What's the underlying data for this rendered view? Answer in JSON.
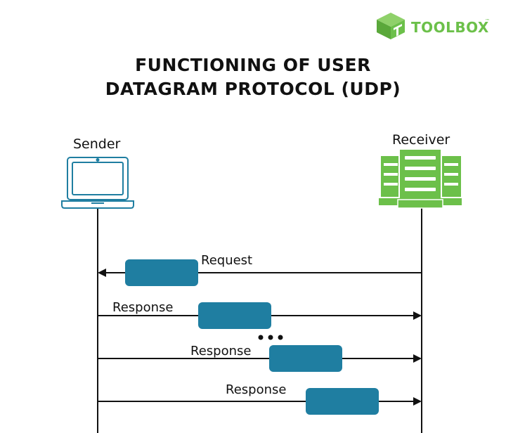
{
  "brand": {
    "name": "TOOLBOX",
    "trademark": "™"
  },
  "title": {
    "line1": "FUNCTIONING OF USER",
    "line2": "DATAGRAM PROTOCOL (UDP)"
  },
  "actors": {
    "sender": "Sender",
    "receiver": "Receiver"
  },
  "messages": [
    {
      "label": "Request",
      "direction": "receiver-to-sender"
    },
    {
      "label": "Response",
      "direction": "sender-to-receiver"
    },
    {
      "label": "Response",
      "direction": "sender-to-receiver"
    },
    {
      "label": "Response",
      "direction": "sender-to-receiver"
    }
  ],
  "colors": {
    "packet": "#1f7ea1",
    "laptop": "#1f7ea1",
    "server": "#6cc04a",
    "brand": "#6cc04a",
    "line": "#111111"
  }
}
